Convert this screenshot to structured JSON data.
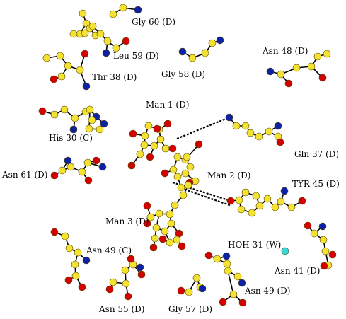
{
  "colors": {
    "carbon": "#f4e232",
    "oxygen": "#d40000",
    "nitrogen": "#0b22a6",
    "water": "#3ad8d8",
    "bond": "#000000",
    "hbond": "#000000",
    "background": "#ffffff"
  },
  "labels": {
    "gly60": "Gly 60 (D)",
    "leu59": "Leu 59 (D)",
    "gly58": "Gly 58 (D)",
    "thr38": "Thr 38 (D)",
    "asn48": "Asn 48 (D)",
    "man1": "Man 1 (D)",
    "his30": "His 30 (C)",
    "gln37": "Gln 37 (D)",
    "asn61": "Asn 61 (D)",
    "man2": "Man 2 (D)",
    "tyr45": "TYR 45 (D)",
    "man3": "Man 3 (D)",
    "asn49c": "Asn 49 (C)",
    "hoh31": "HOH 31 (W)",
    "asn41": "Asn 41 (D)",
    "asn49d": "Asn 49 (D)",
    "asn55": "Asn 55 (D)",
    "gly57": "Gly 57 (D)"
  }
}
